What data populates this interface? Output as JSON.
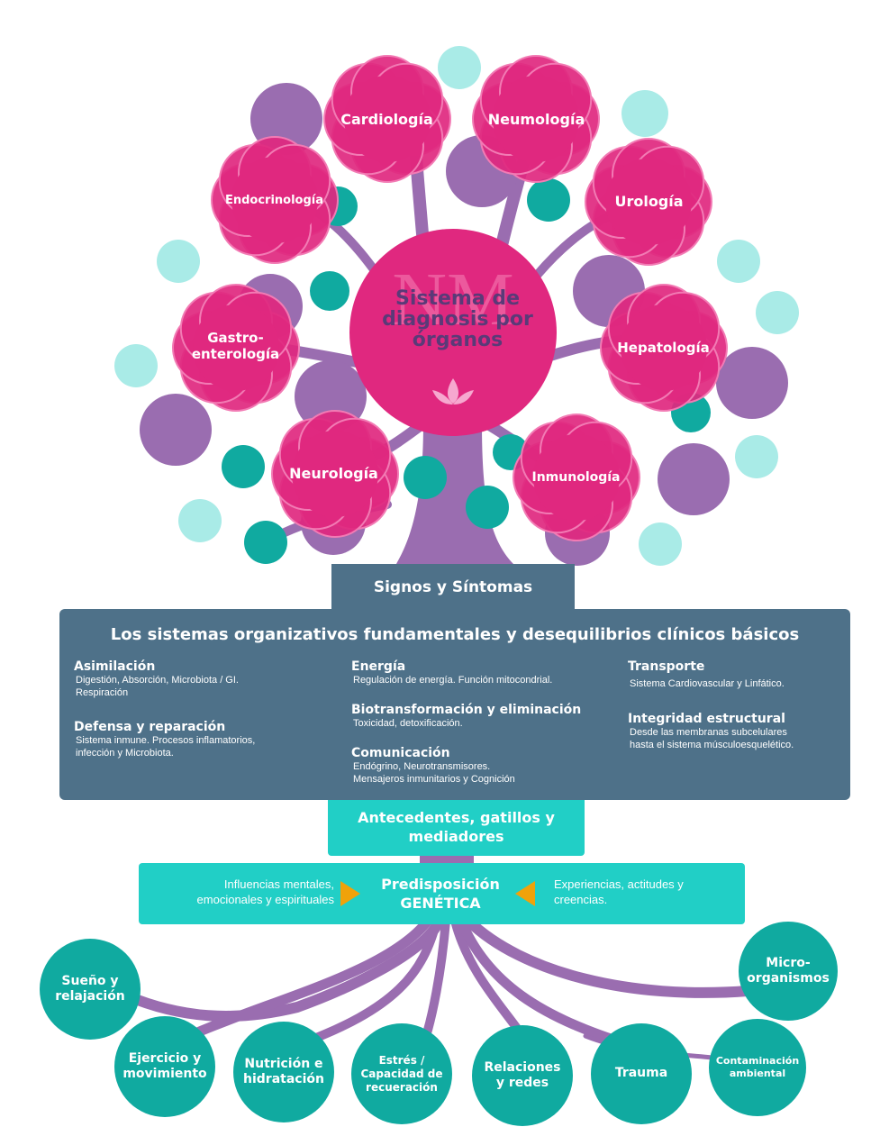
{
  "colors": {
    "magenta": "#e0287f",
    "purple": "#9a6db0",
    "teal": "#10aaa0",
    "light_teal": "#a9ebe7",
    "slate": "#4e7189",
    "aqua": "#21cfc6",
    "orange": "#f0a20a"
  },
  "logo": {
    "monogram": "NM"
  },
  "center": {
    "title": "Sistema de\ndiagnosis por\nórganos"
  },
  "flowers": [
    {
      "id": "cardiologia",
      "label": "Cardiología"
    },
    {
      "id": "neumologia",
      "label": "Neumología"
    },
    {
      "id": "endocrinologia",
      "label": "Endocrinología"
    },
    {
      "id": "urologia",
      "label": "Urología"
    },
    {
      "id": "gastroenterologia",
      "label": "Gastro-\nenterología"
    },
    {
      "id": "hepatologia",
      "label": "Hepatología"
    },
    {
      "id": "neurologia",
      "label": "Neurología"
    },
    {
      "id": "inmunologia",
      "label": "Inmunología"
    }
  ],
  "signos": "Signos y Síntomas",
  "systems": {
    "title": "Los sistemas organizativos fundamentales y desequilibrios clínicos básicos",
    "items": [
      {
        "title": "Asimilación",
        "desc": "Digestión, Absorción, Microbiota / GI.\nRespiración"
      },
      {
        "title": "Defensa y reparación",
        "desc": "Sistema inmune. Procesos inflamatorios,\ninfección y Microbiota."
      },
      {
        "title": "Energía",
        "desc": "Regulación de energía. Función mitocondrial."
      },
      {
        "title": "Biotransformación y eliminación",
        "desc": "Toxicidad, detoxificación."
      },
      {
        "title": "Comunicación",
        "desc": "Endógrino, Neurotransmisores.\nMensajeros inmunitarios y Cognición"
      },
      {
        "title": "Transporte",
        "desc": "Sistema Cardiovascular y Linfático."
      },
      {
        "title": "Integridad estructural",
        "desc": "Desde las membranas subcelulares\nhasta el sistema músculoesquelético."
      }
    ]
  },
  "antecedentes": "Antecedentes, gatillos y\nmediadores",
  "genetic": {
    "left": "Influencias mentales,\nemocionales y espirituales",
    "center": "Predisposición\nGENÉTICA",
    "right": "Experiencias, actitudes y\ncreencias."
  },
  "roots": [
    {
      "id": "sueno",
      "label": "Sueño y\nrelajación"
    },
    {
      "id": "ejercicio",
      "label": "Ejercicio y\nmovimiento"
    },
    {
      "id": "nutricion",
      "label": "Nutrición e\nhidratación"
    },
    {
      "id": "estres",
      "label": "Estrés /\nCapacidad de\nrecueración"
    },
    {
      "id": "relaciones",
      "label": "Relaciones\ny redes"
    },
    {
      "id": "trauma",
      "label": "Trauma"
    },
    {
      "id": "contaminacion",
      "label": "Contaminación\nambiental"
    },
    {
      "id": "microorganismos",
      "label": "Micro-\norganismos"
    }
  ]
}
